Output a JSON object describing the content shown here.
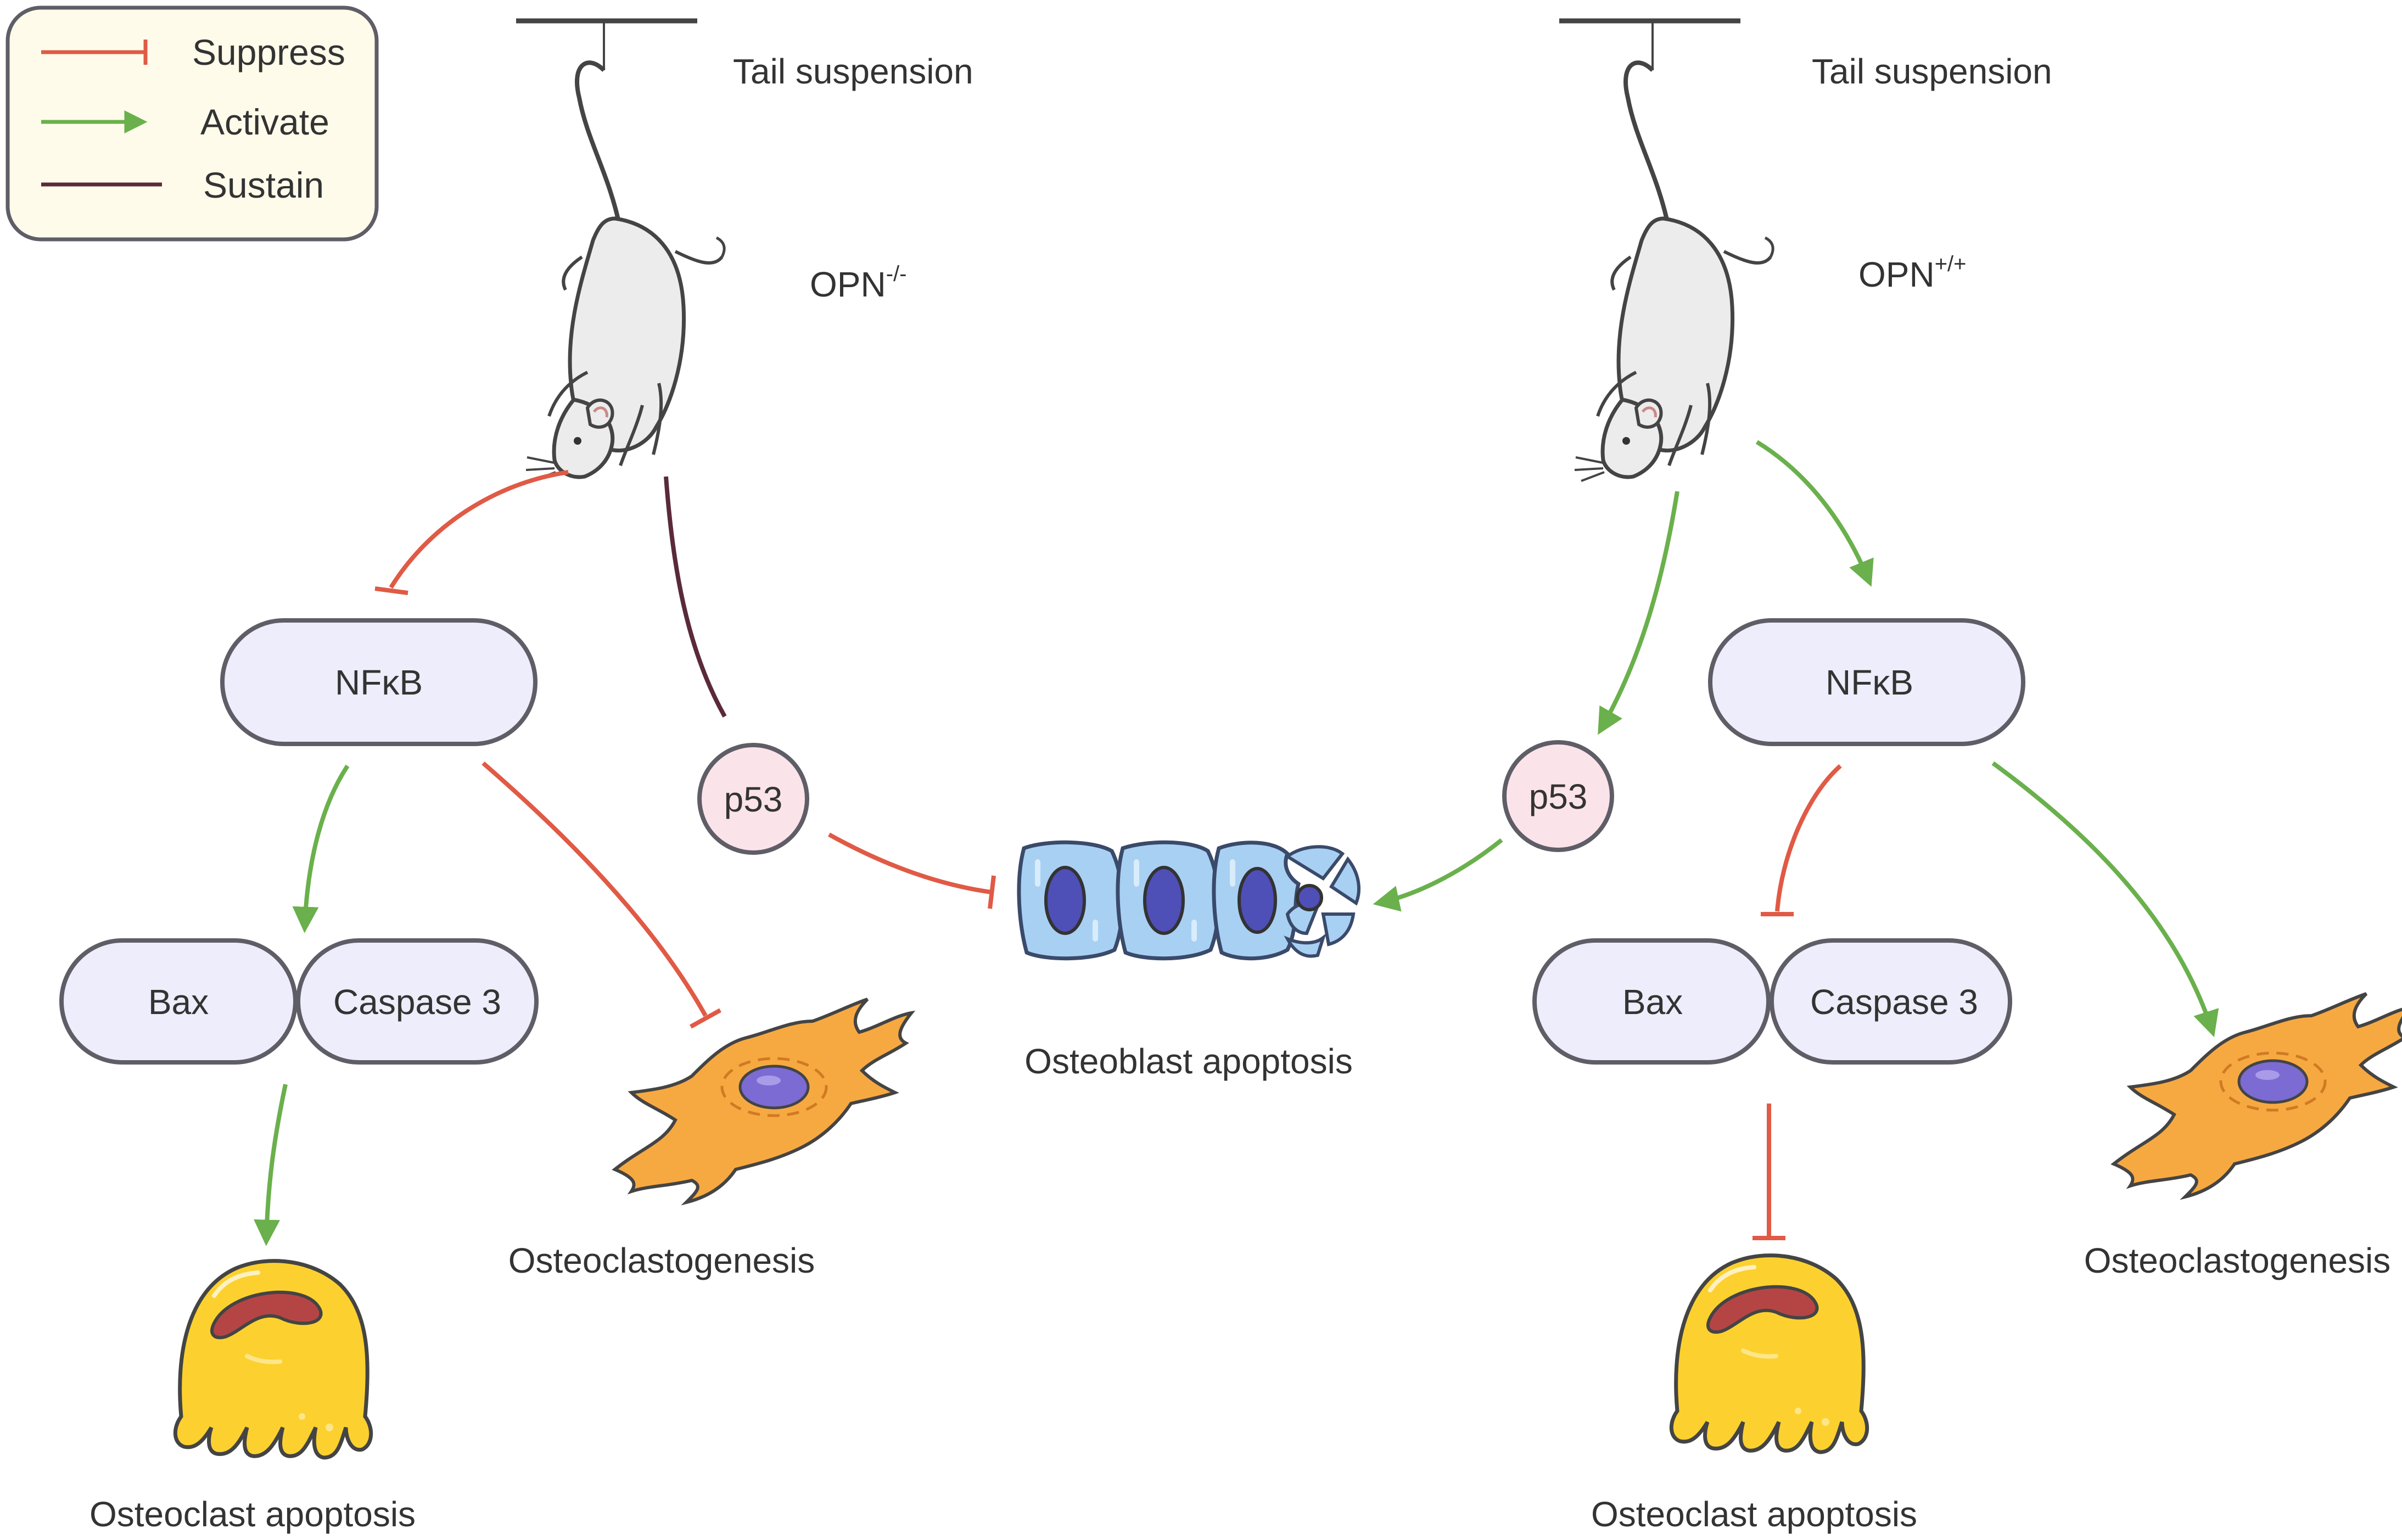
{
  "legend": {
    "suppress": "Suppress",
    "activate": "Activate",
    "sustain": "Sustain"
  },
  "colors": {
    "suppress": "#e05a45",
    "activate": "#6ab04c",
    "sustain": "#5a2a3a",
    "node_fill": "#ededfb",
    "node_stroke": "#5f5d66",
    "p53_fill": "#fbe3ea",
    "legend_fill": "#fefbea",
    "osteoblast_fill": "#a8d0f2",
    "osteoblast_nucleus": "#4f4fb8",
    "osteoclast_fill": "#f7a941",
    "apoptosis_cell_fill": "#fcd12f",
    "apoptosis_cell_nucleus": "#b54545",
    "mouse_fill": "#ececec"
  },
  "left": {
    "stimulus": "Tail suspension",
    "genotype_base": "OPN",
    "genotype_sup": "-/-",
    "nfkb": "NFκB",
    "bax": "Bax",
    "caspase": "Caspase 3",
    "p53": "p53",
    "osteoclastogenesis": "Osteoclastogenesis",
    "osteoclast_apoptosis": "Osteoclast apoptosis"
  },
  "right": {
    "stimulus": "Tail suspension",
    "genotype_base": "OPN",
    "genotype_sup": "+/+",
    "nfkb": "NFκB",
    "bax": "Bax",
    "caspase": "Caspase 3",
    "p53": "p53",
    "osteoclastogenesis": "Osteoclastogenesis",
    "osteoclast_apoptosis": "Osteoclast apoptosis"
  },
  "center": {
    "osteoblast_apoptosis": "Osteoblast apoptosis"
  }
}
